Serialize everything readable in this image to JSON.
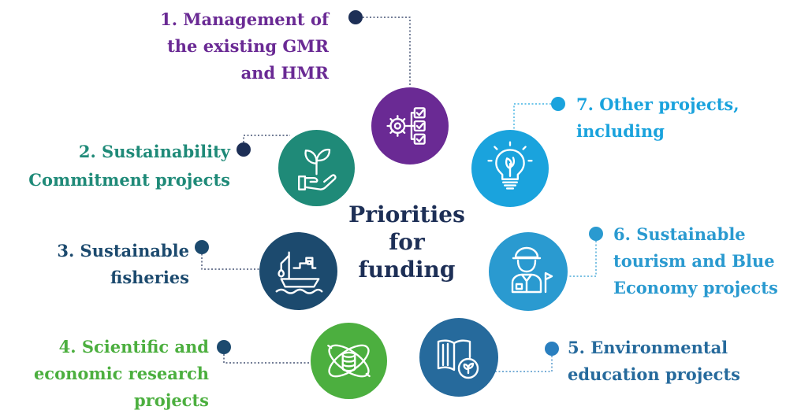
{
  "colors": {
    "purple": "#6a2a94",
    "teal": "#1f8a78",
    "navy": "#1c4a6e",
    "green": "#4caf3f",
    "steel": "#266a9c",
    "sky": "#2a9ad0",
    "light_blue": "#1aa3dd",
    "dark_dot": "#1d2f56",
    "center_text": "#1d2f56"
  },
  "center": {
    "line1": "Priorities",
    "line2": "for",
    "line3": "funding"
  },
  "items": [
    {
      "number": 1,
      "lines": [
        "1. Management of",
        "the existing GMR",
        "and HMR"
      ],
      "icon": "gear-checklist-icon"
    },
    {
      "number": 2,
      "lines": [
        "2. Sustainability",
        "Commitment projects"
      ],
      "icon": "hand-plant-icon"
    },
    {
      "number": 3,
      "lines": [
        "3. Sustainable",
        "fisheries"
      ],
      "icon": "fishing-boat-icon"
    },
    {
      "number": 4,
      "lines": [
        "4. Scientific and",
        "economic research",
        "projects"
      ],
      "icon": "research-orbit-icon"
    },
    {
      "number": 5,
      "lines": [
        "5. Environmental",
        "education projects"
      ],
      "icon": "book-leaf-icon"
    },
    {
      "number": 6,
      "lines": [
        "6. Sustainable",
        "tourism and Blue",
        "Economy projects"
      ],
      "icon": "tour-guide-icon"
    },
    {
      "number": 7,
      "lines": [
        "7. Other projects,",
        "including"
      ],
      "icon": "lightbulb-leaf-icon"
    }
  ]
}
